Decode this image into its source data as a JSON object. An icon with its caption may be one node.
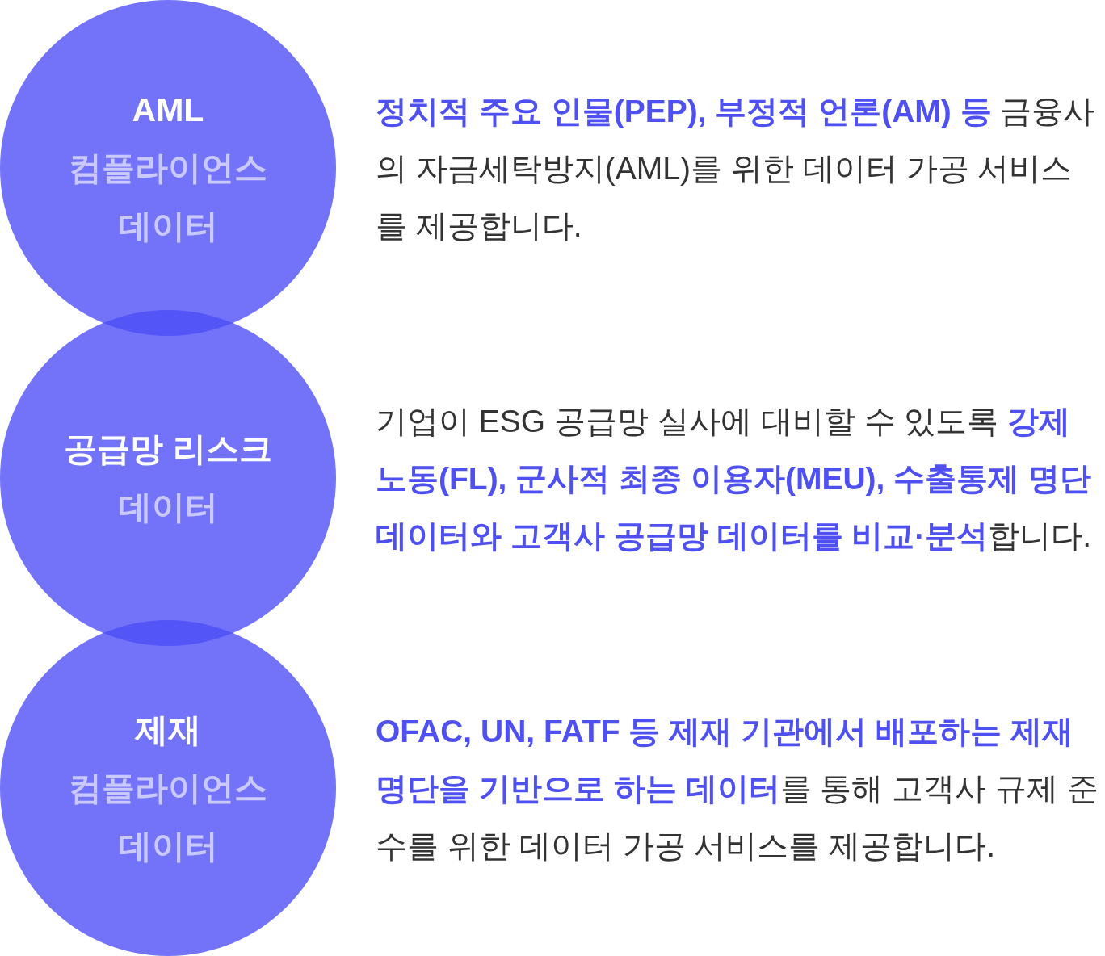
{
  "diagram": {
    "nodes": [
      {
        "text": [
          "AML",
          "컴플라이언스 데이터"
        ],
        "beside": [
          "**정치적 주요 인물(PEP), 부정적 언론(AM) 등** 금융사의 자금세탁방지(AML)를 위한 데이터 가공 서비스를 제공합니다."
        ]
      },
      {
        "text": [
          "공급망 리스크",
          "데이터"
        ],
        "beside": [
          "기업이 ESG 공급망 실사에 대비할 수 있도록 **강제노동(FL), 군사적 최종 이용자(MEU), 수출통제 명단 데이터와 고객사 공급망 데이터를 비교·분석**합니다."
        ]
      },
      {
        "text": [
          "제재",
          "컴플라이언스 데이터"
        ],
        "beside": [
          "**OFAC, UN, FATF 등 제재 기관에서 배포하는 제재 명단을 기반으로 하는 데이터**를 통해 고객사 규제 준수를 위한 데이터 가공 서비스를 제공합니다."
        ]
      }
    ]
  }
}
